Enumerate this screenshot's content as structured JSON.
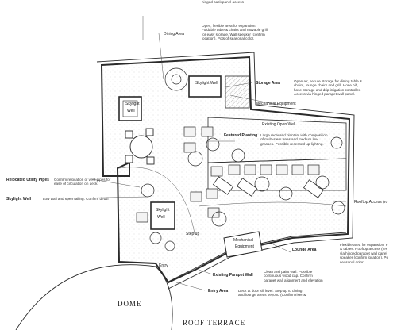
{
  "colors": {
    "ink": "#2a2a2a",
    "paper": "#ffffff",
    "hatch": "#9a9a9a"
  },
  "labels": {
    "top_note": "Open, flexible area for expansion.\nFoldable table & chairs and movable grill\nfor easy storage. Wall speaker (confirm\nlocation). Pots of seasonal color.",
    "top_note_cut": "hinged back panel access",
    "dining_area": "Dining Area",
    "skylight_well_top": "Skylight Well",
    "skylight": "Skylight",
    "well": "Well",
    "storage_area": "Storage Area",
    "storage_note": "Open air, secure storage for dining table &\nchairs, lounge chairs and grill. Hose bib,\nhose storage and drip irrigation controller.\nAccess via hinged parapet wall panel.",
    "mechanical_equipment": "Mechanical Equipment",
    "existing_open_well": "Existing Open Well",
    "featured_planting": "Featured Planting",
    "featured_planting_note": "Large recessed planters with composition\nof multi-stem trees and medium low\ngrasses. Possible recessed up-lighting.",
    "relocated_utility_pipes": "Relocated Utility Pipes",
    "relocated_utility_note": "Confirm relocation of vent pipes for\nease of circulation on deck.",
    "skylight_well_left": "Skylight Well",
    "skylight_well_left_note": "Low wall and open railing. Confirm detail",
    "rooftop_access": "Rooftop Access (ro",
    "step_up": "Step up",
    "mechanical": "Mechanical",
    "equipment": "Equipment",
    "lounge_area": "Lounge Area",
    "lounge_note": "Flexible area for expansion. F\n& tables. Rooftop access (res\nvia hinged parapet wall panel\nspeaker (confirm location). Po\nseasonal color",
    "entry_top": "Entry",
    "existing_parapet_wall": "Existing Parapet Wall",
    "parapet_note": "Clean and paint wall. Possible\ncontinuous wood cap. Confirm\nparapet wall alignment and elevation",
    "entry_area": "Entry Area",
    "entry_area_note": "Deck at door sill level. Step up to dining\nand lounge areas beyond (Confirm riser &",
    "dome": "DOME",
    "roof_terrace": "ROOF TERRACE"
  }
}
